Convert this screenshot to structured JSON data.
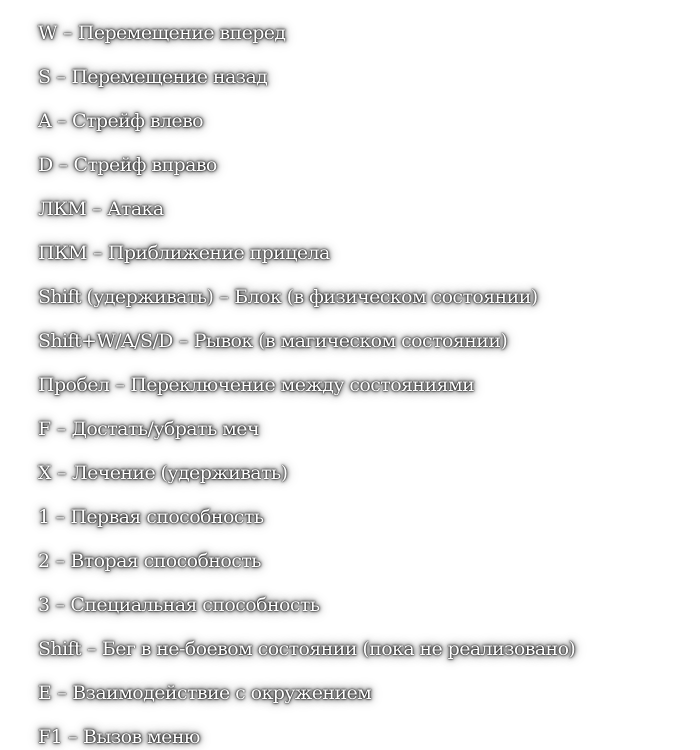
{
  "controls": {
    "separator": "–",
    "items": [
      {
        "key": "W",
        "action": "Перемещение вперед"
      },
      {
        "key": "S",
        "action": "Перемещение назад"
      },
      {
        "key": "A",
        "action": "Стрейф влево"
      },
      {
        "key": "D",
        "action": "Стрейф вправо"
      },
      {
        "key": "ЛКМ",
        "action": "Атака"
      },
      {
        "key": "ПКМ",
        "action": "Приближение прицела"
      },
      {
        "key": "Shift (удерживать)",
        "action": "Блок (в физическом состоянии)"
      },
      {
        "key": "Shift+W/A/S/D",
        "action": "Рывок (в магическом состоянии)"
      },
      {
        "key": "Пробел",
        "action": "Переключение между состояниями"
      },
      {
        "key": "F",
        "action": "Достать/убрать меч"
      },
      {
        "key": "X",
        "action": "Лечение (удерживать)"
      },
      {
        "key": "1",
        "action": "Первая способность"
      },
      {
        "key": "2",
        "action": "Вторая способность"
      },
      {
        "key": "3",
        "action": "Специальная способность"
      },
      {
        "key": "Shift",
        "action": "Бег в не-боевом состоянии (пока не реализовано)"
      },
      {
        "key": "E",
        "action": "Взаимодействие с окружением"
      },
      {
        "key": "F1",
        "action": "Вызов меню"
      }
    ]
  }
}
